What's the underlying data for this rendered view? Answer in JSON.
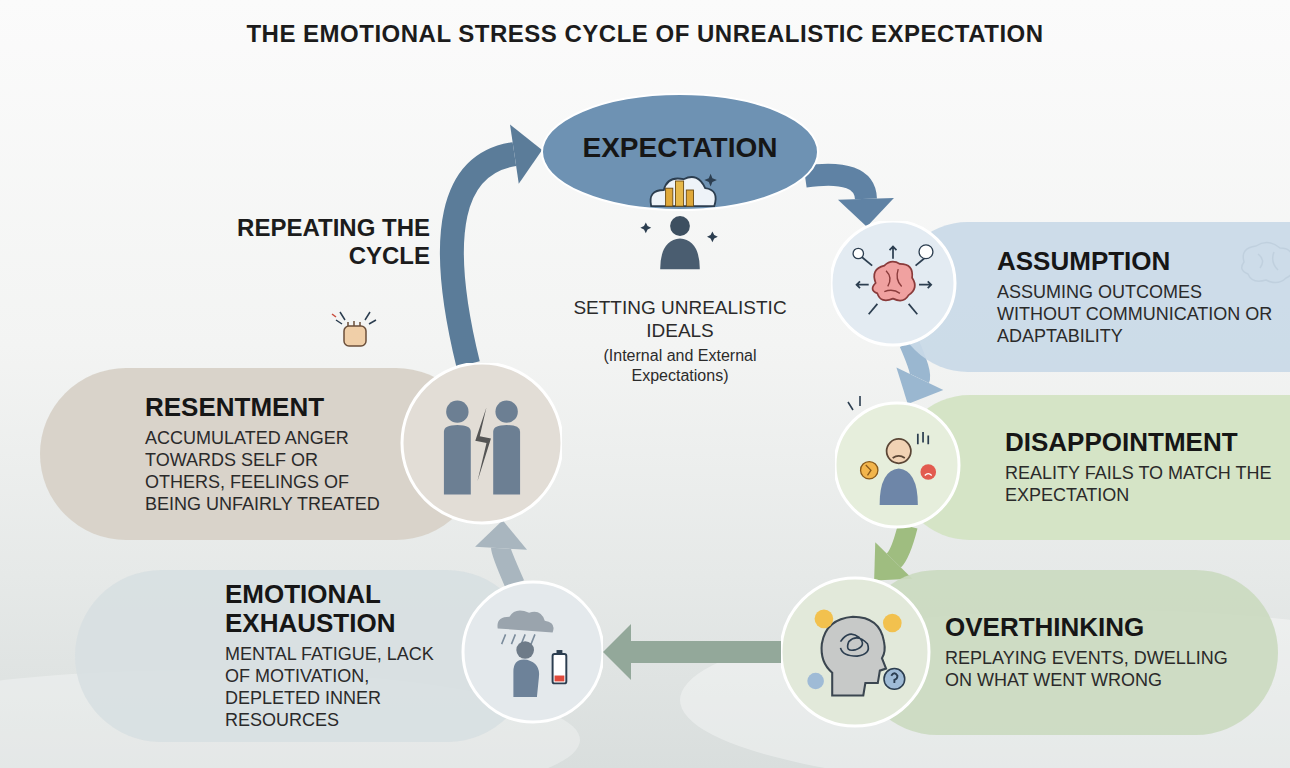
{
  "diagram": {
    "title": "THE EMOTIONAL STRESS CYCLE OF UNREALISTIC EXPECTATION",
    "nodes": [
      {
        "text": [
          "EXPECTATION",
          "SETTING UNREALISTIC IDEALS",
          "(Internal and External Expectations)"
        ]
      },
      {
        "text": [
          "ASSUMPTION",
          "ASSUMING OUTCOMES WITHOUT COMMUNICATION OR ADAPTABILITY"
        ]
      },
      {
        "text": [
          "DISAPPOINTMENT",
          "REALITY FAILS TO MATCH THE EXPECTATION"
        ]
      },
      {
        "text": [
          "OVERTHINKING",
          "REPLAYING EVENTS, DWELLING ON WHAT WENT WRONG"
        ]
      },
      {
        "text": [
          "EMOTIONAL EXHAUSTION",
          "MENTAL FATIGUE, LACK OF MOTIVATION, DEPLETED INNER RESOURCES"
        ]
      },
      {
        "text": [
          "RESENTMENT",
          "ACCUMULATED ANGER TOWARDS SELF OR OTHERS, FEELINGS OF BEING UNFAIRLY TREATED"
        ]
      }
    ],
    "edges": [
      {
        "from": 0,
        "to": 1,
        "arrow": "to"
      },
      {
        "from": 1,
        "to": 2,
        "arrow": "to"
      },
      {
        "from": 2,
        "to": 3,
        "arrow": "to"
      },
      {
        "from": 3,
        "to": 4,
        "arrow": "to"
      },
      {
        "from": 4,
        "to": 5,
        "arrow": "to"
      },
      {
        "from": 5,
        "to": 0,
        "label": "REPEATING THE CYCLE",
        "arrow": "to"
      }
    ]
  }
}
